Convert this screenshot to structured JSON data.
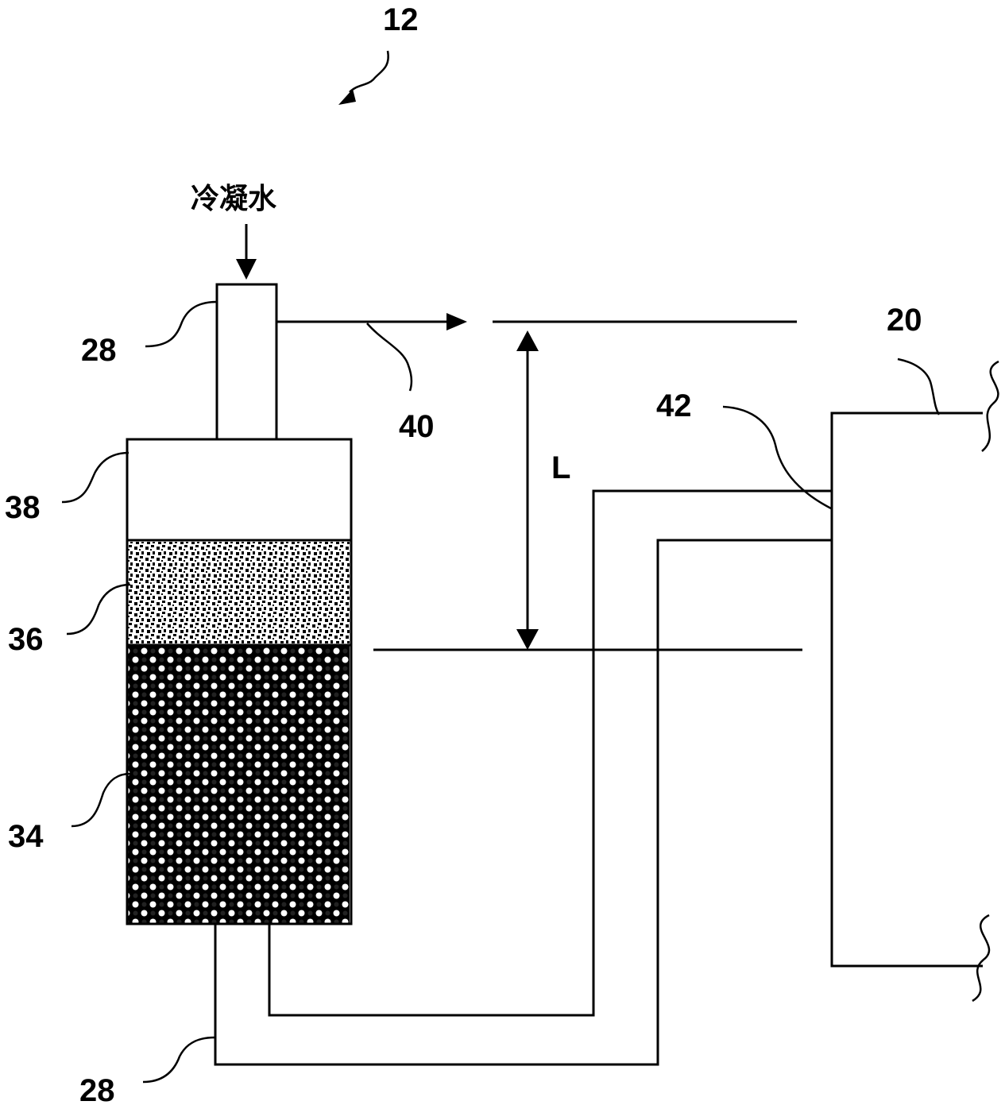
{
  "figure": {
    "ref_main": "12",
    "inlet_label": "冷凝水",
    "labels": {
      "pipe_top": "28",
      "pipe_bottom": "28",
      "overflow": "40",
      "vessel_20": "20",
      "junction_42": "42",
      "head_space": "38",
      "upper_layer": "36",
      "lower_layer": "34",
      "height": "L"
    }
  }
}
